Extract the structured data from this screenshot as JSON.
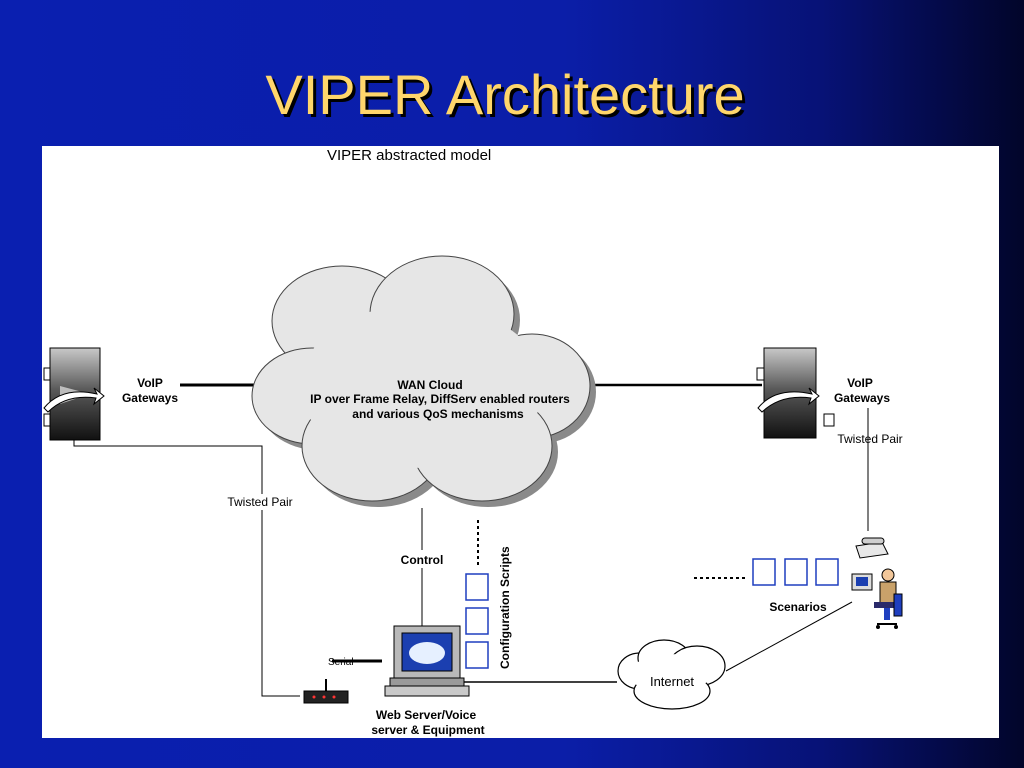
{
  "slide": {
    "title": "VIPER Architecture"
  },
  "diagram": {
    "model_title": "VIPER abstracted model",
    "wan_cloud": {
      "line1": "WAN Cloud",
      "line2": "IP over Frame Relay, DiffServ  enabled routers",
      "line3": "and various QoS  mechanisms"
    },
    "left_gateway": {
      "line1": "VoIP",
      "line2": "Gateways"
    },
    "right_gateway": {
      "line1": "VoIP",
      "line2": "Gateways"
    },
    "twisted_pair_left": "Twisted Pair",
    "twisted_pair_right": "Twisted Pair",
    "control": "Control",
    "config_scripts": "Configuration Scripts",
    "serial": "Serial",
    "web_server": {
      "line1": "Web Server/Voice",
      "line2": "server & Equipment"
    },
    "internet": "Internet",
    "scenarios": "Scenarios"
  },
  "colors": {
    "title": "#ffd66b",
    "cloud_fill": "#e6e6e6",
    "monitor_screen": "#1b3fb0",
    "script_box": "#1f3fbf"
  }
}
